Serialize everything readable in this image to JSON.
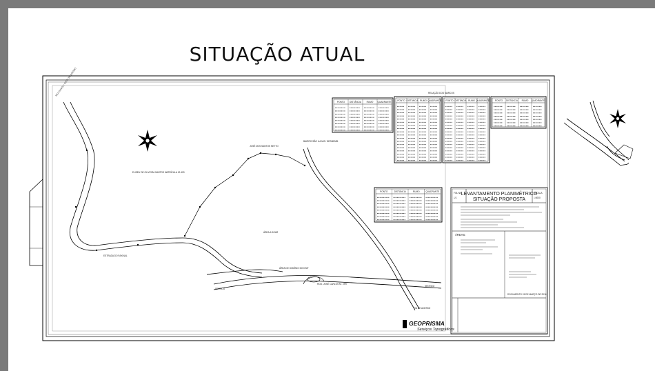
{
  "page_title": "SITUAÇÃO ATUAL",
  "map": {
    "north_symbol": "north-arrow-star",
    "table_group_caption": "RELAÇÃO DOS MARCOS",
    "table_headers": [
      "PONTO",
      "DISTÂNCIA",
      "RUMO",
      "QUADRANTE"
    ],
    "labels": {
      "top_left_note": "RIO IGUAÇU / ESTR. DE ACESSO",
      "owner_left": "ELISEU DE OLIVEIRA SANTOS MATRÍCULA 12.403",
      "owner_top": "JOSÉ DOS SANTOS NETTO",
      "owner_right": "BAIRRO SÃO LUCAS / DESMEMB.",
      "area_center": "ÁREA A DOAR",
      "road_bottom_left": "ESTRADA DO FAXINAL",
      "road_bottom": "ROD. JOSÉ CARLOS M. - BR",
      "road_note": "ÁREA DE DOMÍNIO DO DNIT",
      "corner_bottom_left": "SENTIDO",
      "corner_bottom_right_1": "SENTIDO",
      "corner_bottom_right_2": "VIA DE ACESSO"
    },
    "detail_table_caption": "RELAÇÃO DOS MARCOS"
  },
  "title_block": {
    "title_line1": "LEVANTAMENTO PLANIMÉTRICO",
    "title_line2": "SITUAÇÃO PROPOSTA",
    "folha_label": "FOLHA",
    "folha_value": "1/1",
    "escala_label": "ESCALA",
    "escala_value": "1:5000",
    "areas_heading": "ÁREAS:",
    "company_name": "GEOPRISMA",
    "company_sub": "Serviços Topográficos",
    "date_line": "DOCUMENTO 15 DE MARÇO DE 2016"
  },
  "inset": {
    "north_symbol": "north-arrow-star"
  }
}
